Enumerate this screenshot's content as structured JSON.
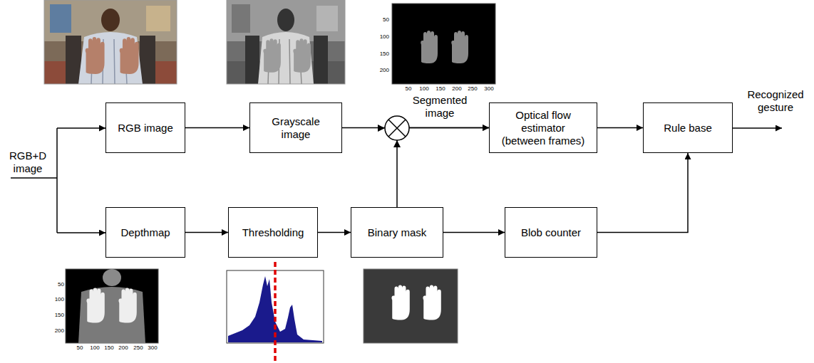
{
  "diagram": {
    "nodes": [
      {
        "text": [
          "RGB image"
        ]
      },
      {
        "text": [
          "Grayscale image"
        ]
      },
      {
        "text": [
          "Optical flow estimator (between frames)"
        ]
      },
      {
        "text": [
          "Rule base"
        ]
      },
      {
        "text": [
          "Depthmap"
        ]
      },
      {
        "text": [
          "Thresholding"
        ]
      },
      {
        "text": [
          "Binary mask"
        ]
      },
      {
        "text": [
          "Blob counter"
        ]
      }
    ],
    "edges": [
      {
        "from": 0,
        "to": 1,
        "arrow": "to"
      },
      {
        "from": 1,
        "to": 2,
        "arrow": "to"
      },
      {
        "from": 6,
        "to": 2,
        "arrow": "to"
      },
      {
        "from": 2,
        "to": 3,
        "arrow": "to"
      },
      {
        "from": 4,
        "to": 5,
        "arrow": "to"
      },
      {
        "from": 5,
        "to": 6,
        "arrow": "to"
      },
      {
        "from": 6,
        "to": 7,
        "arrow": "to"
      },
      {
        "from": 7,
        "to": 3,
        "arrow": "to"
      }
    ],
    "labels": [
      "RGB+D image",
      "Segmented image",
      "Recognized gesture",
      "50",
      "100",
      "150",
      "200",
      "50",
      "100",
      "150",
      "200",
      "250",
      "300",
      "50",
      "100",
      "150",
      "200",
      "50",
      "100",
      "150",
      "200",
      "250",
      "300"
    ]
  }
}
